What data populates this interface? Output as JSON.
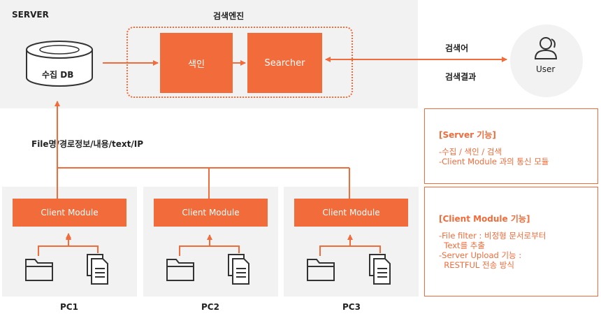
{
  "server": {
    "label": "SERVER",
    "engine_label": "검색엔진",
    "db_label": "수집 DB",
    "indexer_label": "색인",
    "searcher_label": "Searcher"
  },
  "user": {
    "label": "User",
    "query_label": "검색어",
    "result_label": "검색결과"
  },
  "data_flow_label": "File명/경로정보/내용/text/IP",
  "clients": [
    {
      "pc": "PC1",
      "module": "Client Module"
    },
    {
      "pc": "PC2",
      "module": "Client Module"
    },
    {
      "pc": "PC3",
      "module": "Client Module"
    }
  ],
  "server_features": {
    "title": "[Server 기능]",
    "lines": [
      "-수집 / 색인 / 검색",
      "-Client Module 과의 통신 모듈"
    ]
  },
  "client_features": {
    "title": "[Client Module 기능]",
    "lines": [
      "-File filter : 비정형 문서로부터",
      "  Text를 추출",
      "-Server Upload 기능 :",
      "  RESTFUL 전송 방식"
    ]
  },
  "colors": {
    "accent": "#f26b3a",
    "panel": "#f2f2f2"
  },
  "icons": {
    "db": "database-icon",
    "user": "user-icon",
    "folder": "folder-icon",
    "document": "document-icon"
  }
}
